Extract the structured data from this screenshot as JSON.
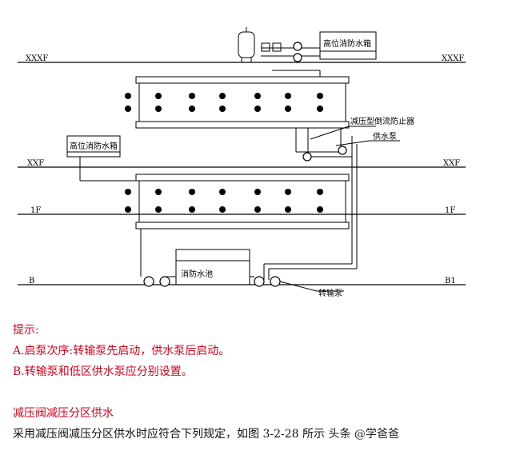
{
  "diagram": {
    "floors": {
      "top": "XXXF",
      "mid": "XXF",
      "first": "1F",
      "basement_left": "B",
      "basement_right": "B1"
    },
    "labels": {
      "high_tank_top": "高位消防水箱",
      "high_tank_mid": "高位消防水箱",
      "backflow_preventer": "减压型倒流防止器",
      "supply_pump": "供水泵",
      "fire_pool": "消防水池",
      "transfer_pump": "转输泵"
    }
  },
  "notes": {
    "tip_title": "提示:",
    "tip_a": "A.启泵次序:转输泵先启动，供水泵后启动。",
    "tip_b": "B.转输泵和低区供水泵应分别设置。",
    "section_title": "减压阀减压分区供水",
    "body_line": "采用减压阀减压分区供水时应符合下列规定，如图 3-2-28 所示",
    "watermark": "头条 @学爸爸"
  }
}
